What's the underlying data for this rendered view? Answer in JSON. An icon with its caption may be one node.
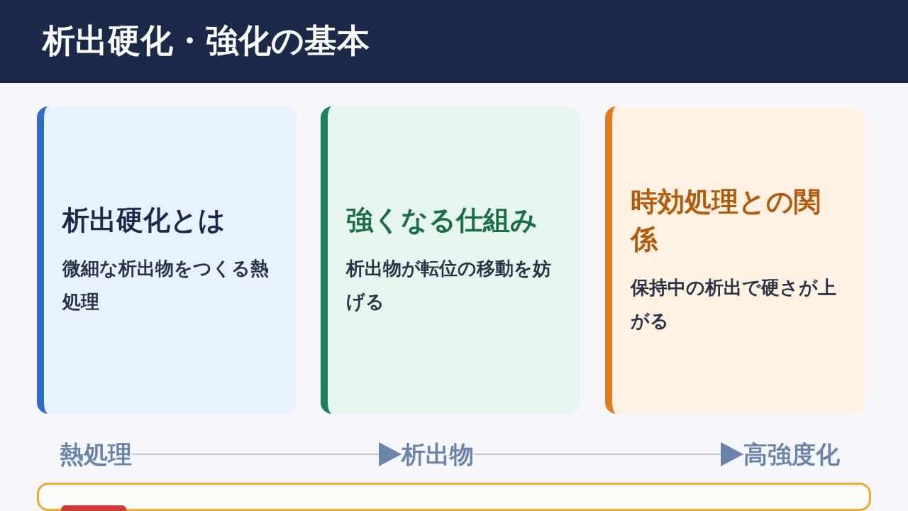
{
  "diagram": {
    "title": "析出硬化・強化の基本",
    "nodes": [
      {
        "text": [
          "析出硬化とは",
          "微細な析出物をつくる熱処理"
        ]
      },
      {
        "text": [
          "強くなる仕組み",
          "析出物が転位の移動を妨げる"
        ]
      },
      {
        "text": [
          "時効処理との関係",
          "保持中の析出で硬さが上がる"
        ]
      },
      {
        "text": [
          "熱処理"
        ]
      },
      {
        "text": [
          "析出物"
        ]
      },
      {
        "text": [
          "高強度化"
        ]
      }
    ],
    "edges": [
      {
        "from": 3,
        "to": 4,
        "arrow": "to"
      },
      {
        "from": 4,
        "to": 5,
        "arrow": "to"
      }
    ]
  }
}
